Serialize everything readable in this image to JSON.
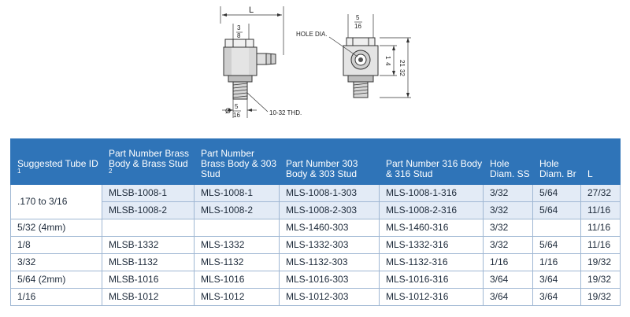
{
  "drawing": {
    "left_view": {
      "length_label": "L",
      "hex_num": "3",
      "hex_den": "8",
      "stud_dia_prefix": "Ø",
      "stud_num": "5",
      "stud_den": "16",
      "thread_label": "10-32 THD."
    },
    "right_view": {
      "width_num": "5",
      "width_den": "16",
      "hole_label": "HOLE DIA.",
      "h1_num": "1",
      "h1_den": "4",
      "h2_num": "21",
      "h2_den": "32"
    }
  },
  "table": {
    "headers": [
      {
        "text": "Suggested Tube ID",
        "sup": "1"
      },
      {
        "text": "Part Number Brass Body & Brass Stud",
        "sup": "2"
      },
      {
        "text": "Part Number Brass Body & 303 Stud",
        "sup": ""
      },
      {
        "text": "Part Number 303 Body & 303 Stud",
        "sup": ""
      },
      {
        "text": "Part Number 316 Body & 316 Stud",
        "sup": ""
      },
      {
        "text": "Hole Diam. SS",
        "sup": ""
      },
      {
        "text": "Hole Diam. Br",
        "sup": ""
      },
      {
        "text": "L",
        "sup": ""
      }
    ],
    "rows": [
      {
        "tube": ".170 to 3/16",
        "span": 2,
        "shade": true,
        "cells": [
          "MLSB-1008-1",
          "MLS-1008-1",
          "MLS-1008-1-303",
          "MLS-1008-1-316",
          "3/32",
          "5/64",
          "27/32"
        ]
      },
      {
        "tube": null,
        "span": 0,
        "shade": true,
        "cells": [
          "MLSB-1008-2",
          "MLS-1008-2",
          "MLS-1008-2-303",
          "MLS-1008-2-316",
          "3/32",
          "5/64",
          "11/16"
        ]
      },
      {
        "tube": "5/32 (4mm)",
        "span": 1,
        "shade": false,
        "cells": [
          "",
          "",
          "MLS-1460-303",
          "MLS-1460-316",
          "3/32",
          "",
          "11/16"
        ]
      },
      {
        "tube": "1/8",
        "span": 1,
        "shade": false,
        "cells": [
          "MLSB-1332",
          "MLS-1332",
          "MLS-1332-303",
          "MLS-1332-316",
          "3/32",
          "5/64",
          "11/16"
        ]
      },
      {
        "tube": "3/32",
        "span": 1,
        "shade": false,
        "cells": [
          "MLSB-1132",
          "MLS-1132",
          "MLS-1132-303",
          "MLS-1132-316",
          "1/16",
          "1/16",
          "19/32"
        ]
      },
      {
        "tube": "5/64 (2mm)",
        "span": 1,
        "shade": false,
        "cells": [
          "MLSB-1016",
          "MLS-1016",
          "MLS-1016-303",
          "MLS-1016-316",
          "3/64",
          "3/64",
          "19/32"
        ]
      },
      {
        "tube": "1/16",
        "span": 1,
        "shade": false,
        "cells": [
          "MLSB-1012",
          "MLS-1012",
          "MLS-1012-303",
          "MLS-1012-316",
          "3/64",
          "3/64",
          "19/32"
        ]
      }
    ]
  }
}
